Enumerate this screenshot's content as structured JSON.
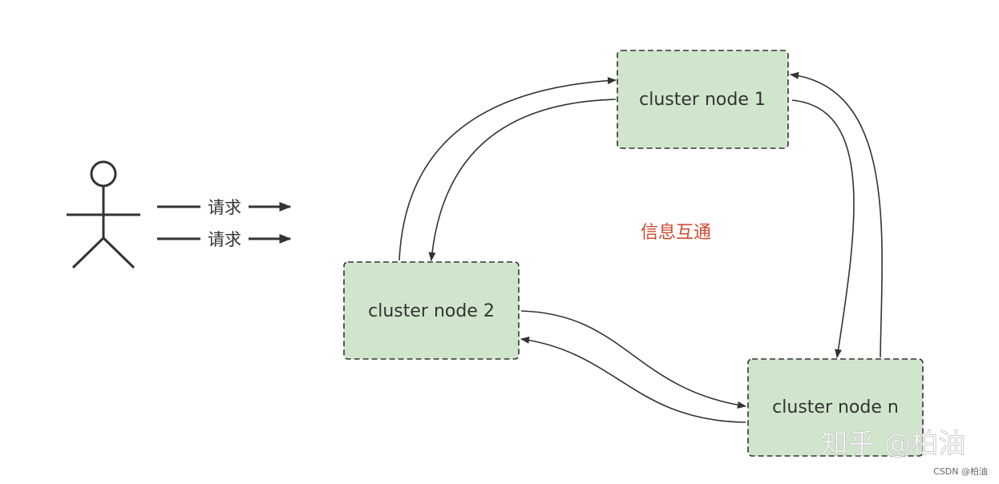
{
  "diagram": {
    "nodes": [
      {
        "id": "n1",
        "label": "cluster node 1"
      },
      {
        "id": "n2",
        "label": "cluster node 2"
      },
      {
        "id": "nn",
        "label": "cluster node n"
      }
    ],
    "requests": [
      {
        "label": "请求"
      },
      {
        "label": "请求"
      }
    ],
    "center_label": "信息互通",
    "watermark": "知乎 @柏油",
    "credit": "CSDN @柏油",
    "colors": {
      "node_fill": "#d0e6cc",
      "stroke": "#333333",
      "center_label": "#d2492f"
    }
  }
}
